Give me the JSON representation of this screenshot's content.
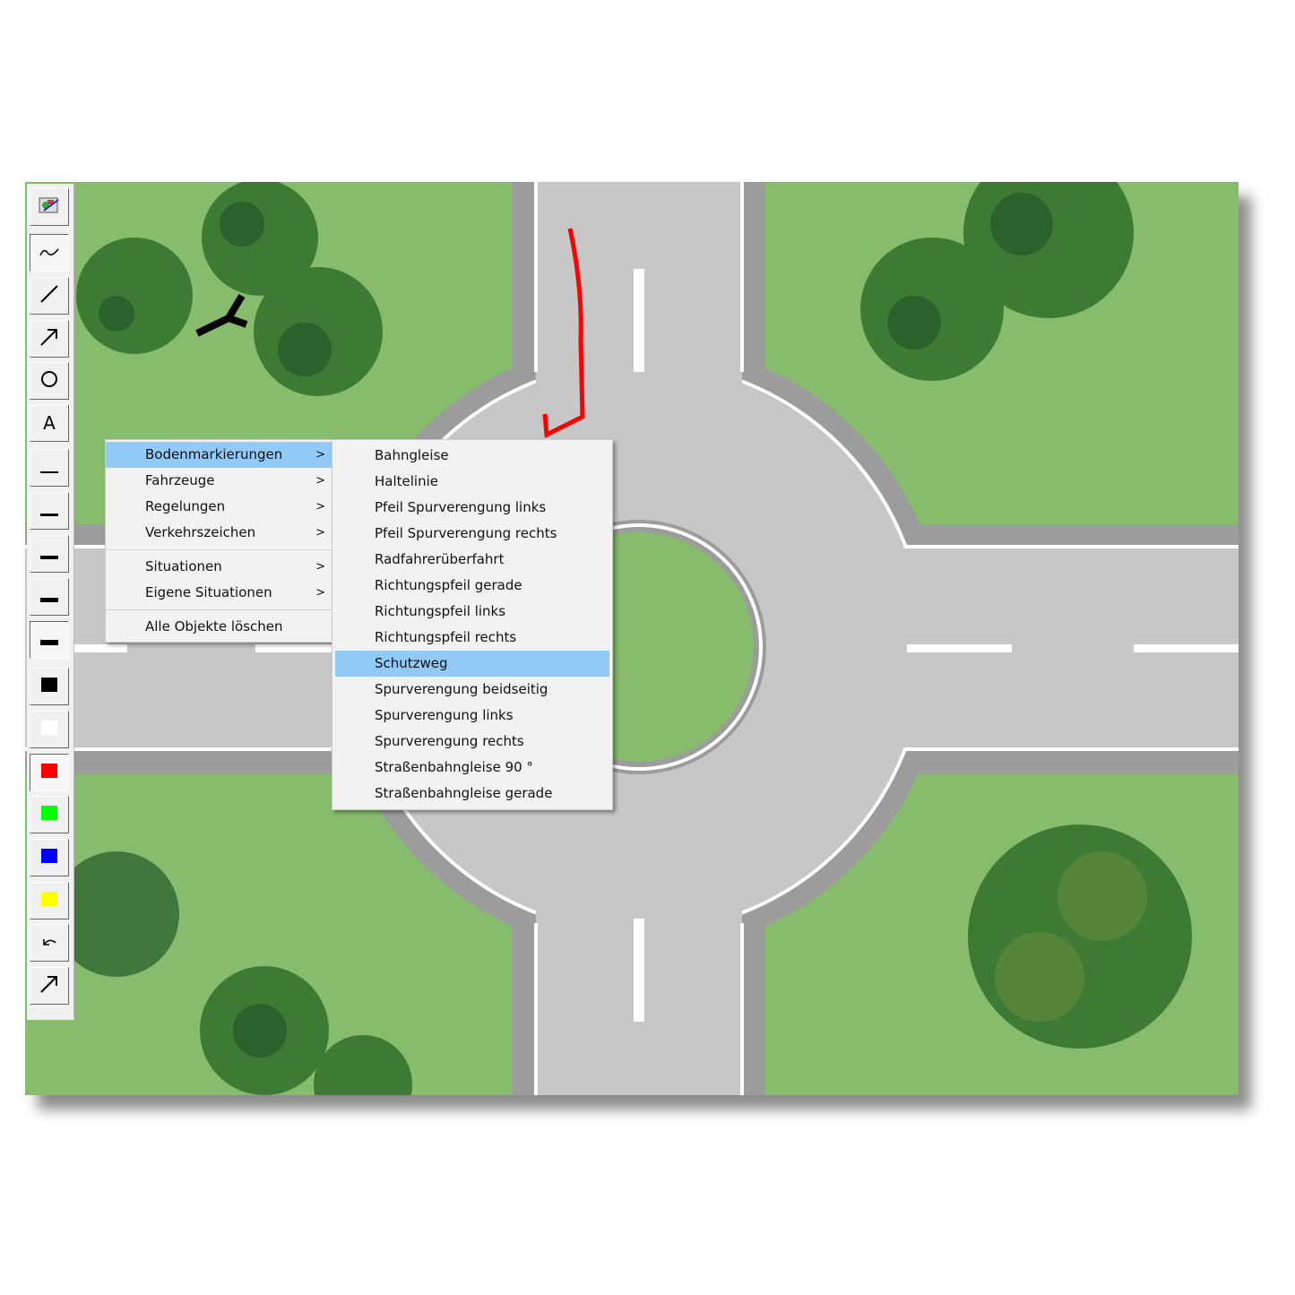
{
  "toolbar": {
    "items": [
      {
        "name": "image-tool",
        "icon": "picture-icon"
      },
      {
        "name": "freehand-tool",
        "icon": "freehand-icon",
        "pressed": true
      },
      {
        "name": "line-tool",
        "icon": "line-icon"
      },
      {
        "name": "arrow-tool",
        "icon": "arrow-icon"
      },
      {
        "name": "ellipse-tool",
        "icon": "circle-icon"
      },
      {
        "name": "text-tool",
        "icon": "text-icon",
        "label": "A"
      },
      {
        "name": "width-1",
        "icon": "line-width-icon"
      },
      {
        "name": "width-2",
        "icon": "line-width-icon"
      },
      {
        "name": "width-3",
        "icon": "line-width-icon"
      },
      {
        "name": "width-4",
        "icon": "line-width-icon"
      },
      {
        "name": "width-5",
        "icon": "line-width-icon",
        "pressed": true
      },
      {
        "name": "color-black",
        "color": "#000000"
      },
      {
        "name": "color-white",
        "color": "#ffffff"
      },
      {
        "name": "color-red",
        "color": "#ff0000",
        "pressed": true
      },
      {
        "name": "color-green",
        "color": "#00ff00"
      },
      {
        "name": "color-blue",
        "color": "#0000ff"
      },
      {
        "name": "color-yellow",
        "color": "#ffff00"
      },
      {
        "name": "undo",
        "icon": "undo-icon"
      },
      {
        "name": "select",
        "icon": "pointer-arrow-icon"
      }
    ]
  },
  "context_menu": {
    "items": [
      "Bodenmarkierungen",
      "Fahrzeuge",
      "Regelungen",
      "Verkehrszeichen",
      "Situationen",
      "Eigene Situationen",
      "Alle Objekte löschen"
    ]
  },
  "submenu": {
    "items": [
      "Bahngleise",
      "Haltelinie",
      "Pfeil Spurverengung links",
      "Pfeil Spurverengung rechts",
      "Radfahrerüberfahrt",
      "Richtungspfeil gerade",
      "Richtungspfeil links",
      "Richtungspfeil rechts",
      "Schutzweg",
      "Spurverengung beidseitig",
      "Spurverengung links",
      "Spurverengung rechts",
      "Straßenbahngleise 90 °",
      "Straßenbahngleise gerade"
    ]
  },
  "colors": {
    "grass": "#86bc6c",
    "road": "#c8c7c8",
    "curb": "#9c9c9c",
    "highlight": "#91c9f7",
    "drawing": "#ff0000"
  }
}
